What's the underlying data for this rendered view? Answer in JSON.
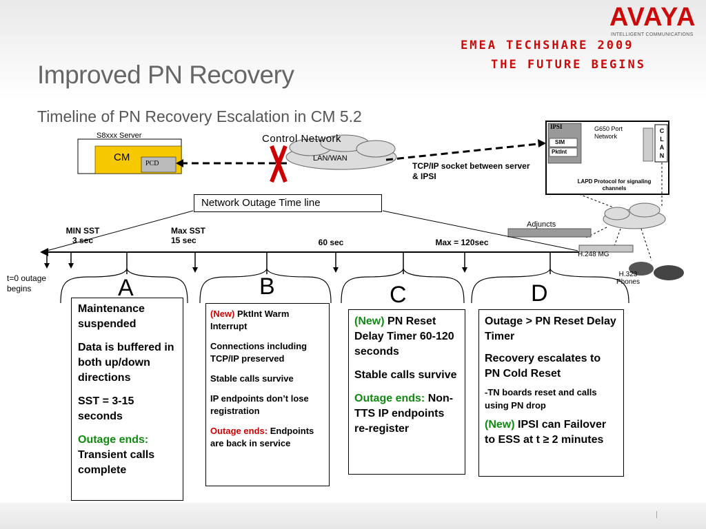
{
  "header": {
    "title": "Improved PN Recovery",
    "subtitle": "Timeline of PN Recovery Escalation in CM 5.2",
    "logo": "AVAYA",
    "logo_tagline": "INTELLIGENT COMMUNICATIONS",
    "event_line1": "EMEA TECHSHARE 2009",
    "event_line2": "THE FUTURE BEGINS"
  },
  "architecture": {
    "server_label": "S8xxx Server",
    "cm_label": "CM",
    "pcd_label": "PCD",
    "control_network_label": "Control Network",
    "lanwan_label": "LAN/WAN",
    "tcp_note": "TCP/IP socket between server & IPSI",
    "ipsi_label": "IPSI",
    "sim_label": "SIM",
    "pktint_label": "PktInt",
    "g650_label": "G650 Port Network",
    "clan_label": "C\nL\nA\nN",
    "lapd_label": "LAPD Protocol for signaling channels",
    "adjuncts_label": "Adjuncts",
    "h248_label": "H.248 MG",
    "h323_label": "H.323 Phones",
    "break_mark": "X"
  },
  "timeline": {
    "outage_box_label": "Network Outage Time line",
    "start_label": "t=0 outage begins",
    "min_sst": "MIN SST\n3 sec",
    "max_sst": "Max SST\n15 sec",
    "sixty": "60 sec",
    "max120": "Max = 120sec"
  },
  "phases": {
    "a": {
      "letter": "A",
      "line1": "Maintenance suspended",
      "line2": "Data is buffered in both up/down directions",
      "line3": "SST = 3-15 seconds",
      "outage_ends": "Outage ends:",
      "line4": "Transient calls complete"
    },
    "b": {
      "letter": "B",
      "new": "(New)",
      "line1": "PktInt Warm Interrupt",
      "line2": "Connections including TCP/IP preserved",
      "line3": "Stable calls survive",
      "line4": "IP endpoints don’t lose registration",
      "outage_ends": "Outage ends:",
      "line5": "Endpoints are back in service"
    },
    "c": {
      "letter": "C",
      "new": "(New)",
      "line1": "PN Reset Delay Timer 60-120 seconds",
      "line2": "Stable calls survive",
      "outage_ends": "Outage ends:",
      "line3": "Non-TTS IP endpoints re-register"
    },
    "d": {
      "letter": "D",
      "line1": "Outage > PN Reset Delay Timer",
      "line2": "Recovery escalates to PN Cold Reset",
      "line3": "-TN boards reset and calls using PN drop",
      "new": "(New)",
      "line4": "IPSI can Failover to ESS at t ≥ 2 minutes"
    }
  },
  "footer": {
    "separator": "|"
  }
}
